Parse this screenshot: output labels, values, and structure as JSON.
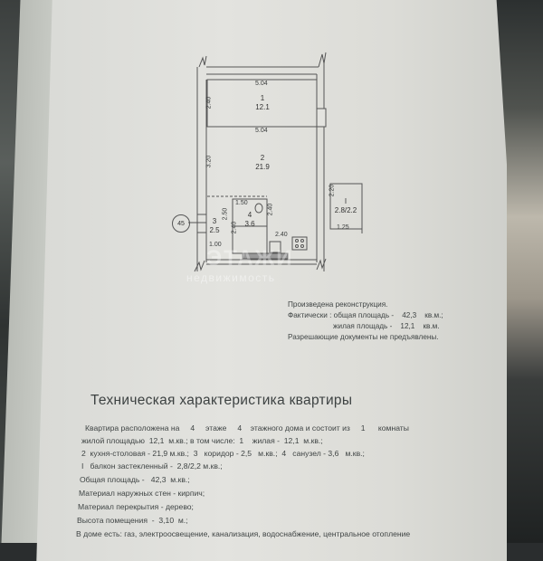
{
  "floor_plan": {
    "rooms": [
      {
        "num": "1",
        "area": "12.1"
      },
      {
        "num": "2",
        "area": "21.9"
      },
      {
        "num": "3",
        "area": "2.5"
      },
      {
        "num": "4",
        "area": "3.6"
      },
      {
        "num": "I",
        "area": "2.8/2.2"
      }
    ],
    "dimensions": {
      "top_width": "5.04",
      "middle_width": "5.04",
      "room1_height": "2.40",
      "room2_height": "3.20",
      "bath_width": "1.50",
      "bath_height_right": "2.40",
      "bath_height_left": "2.40",
      "corridor_height": "2.50",
      "corridor_width": "1.00",
      "kitchen_width": "2.40",
      "balcony_height": "2.20",
      "balcony_width": "1.25"
    },
    "axis_marker": "45",
    "watermark_logo": "ЭТАЖИ",
    "watermark_text": "недвижимость"
  },
  "notes": {
    "line1": "Произведена реконструкция.",
    "line2": "Фактически : общая площадь -    42,3    кв.м.;",
    "line3": "                      жилая площадь -    12,1    кв.м.",
    "line4": "Разрешающие документы не предъявлены."
  },
  "spec": {
    "title": "Техническая характеристика квартиры",
    "lines": [
      "Квартира расположена на     4     этаже     4    этажного дома и состоит из     1      комнаты",
      "жилой площадью  12,1  м.кв.; в том числе:  1    жилая -  12,1  м.кв.;",
      "2  кухня-столовая - 21,9 м.кв.;  3   коридор - 2,5   м.кв.;  4   санузел - 3,6   м.кв.;",
      "I   балкон застекленный -  2,8/2,2 м.кв.;",
      "Общая площадь -   42,3  м.кв.;",
      "Материал наружных стен - кирпич;",
      "Материал перекрытия - дерево;",
      "Высота помещения  -  3,10  м.;",
      "В доме есть: газ, электроосвещение, канализация, водоснабжение, центральное отопление"
    ]
  }
}
